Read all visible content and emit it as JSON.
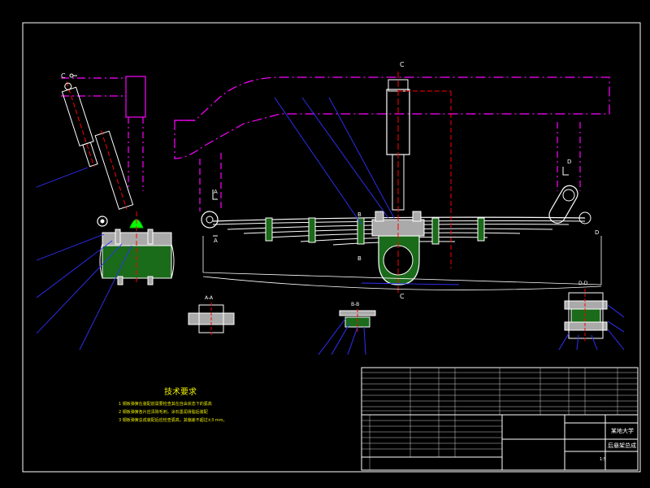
{
  "drawing": {
    "section_labels": {
      "a": "A",
      "b": "B",
      "c": "C",
      "d": "D",
      "view_aa": "A-A",
      "view_bb": "B-B",
      "view_dd": "D-D"
    },
    "colors": {
      "frame_line": "#ff00ff",
      "spring": "#ffffff",
      "hatch": "#00ff00",
      "leader": "#0000ff",
      "center_line": "#ff0000",
      "yellow_text": "#ffff00",
      "border": "#ffffff"
    }
  },
  "notes": {
    "title": "技术要求",
    "lines": [
      "1  钢板弹簧在装配前需要检查其在自由状态下的弧高",
      "2  钢板弹簧各片应清除毛刺，涂石墨润滑脂后装配",
      "3  钢板弹簧总成装配后应检查弧高，其偏差不超过±3 mm。"
    ]
  },
  "title_block": {
    "school": "某地大学",
    "drawing_name": "后悬架总成",
    "scale": "1:5"
  }
}
